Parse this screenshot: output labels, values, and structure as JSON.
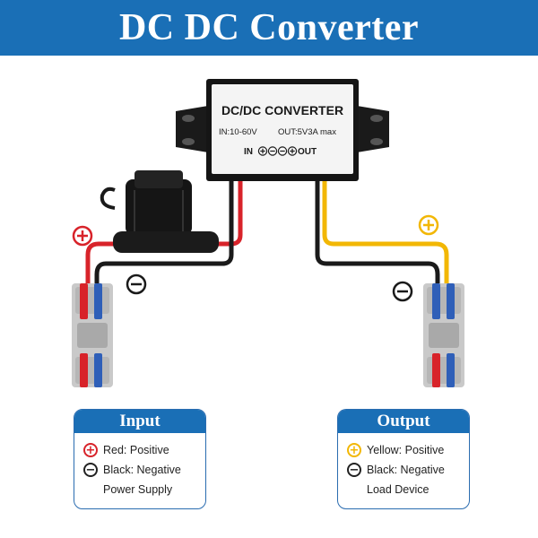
{
  "banner": {
    "title": "DC DC Converter"
  },
  "module": {
    "title": "DC/DC CONVERTER",
    "spec_in": "IN:10-60V",
    "spec_out": "OUT:5V3A  max",
    "label_in": "IN",
    "label_out": "OUT"
  },
  "input_box": {
    "header": "Input",
    "lines": [
      "Red: Positive",
      "Black: Negative",
      "Power Supply"
    ]
  },
  "output_box": {
    "header": "Output",
    "lines": [
      "Yellow:  Positive",
      "Black:  Negative",
      "Load Device"
    ]
  },
  "colors": {
    "banner": "#1a6fb6",
    "positive_in": "#d8232a",
    "positive_out": "#f2b705",
    "negative": "#222222",
    "connector_blue": "#2f5fb8"
  },
  "icons": [
    "plus-circle-icon",
    "minus-circle-icon"
  ]
}
